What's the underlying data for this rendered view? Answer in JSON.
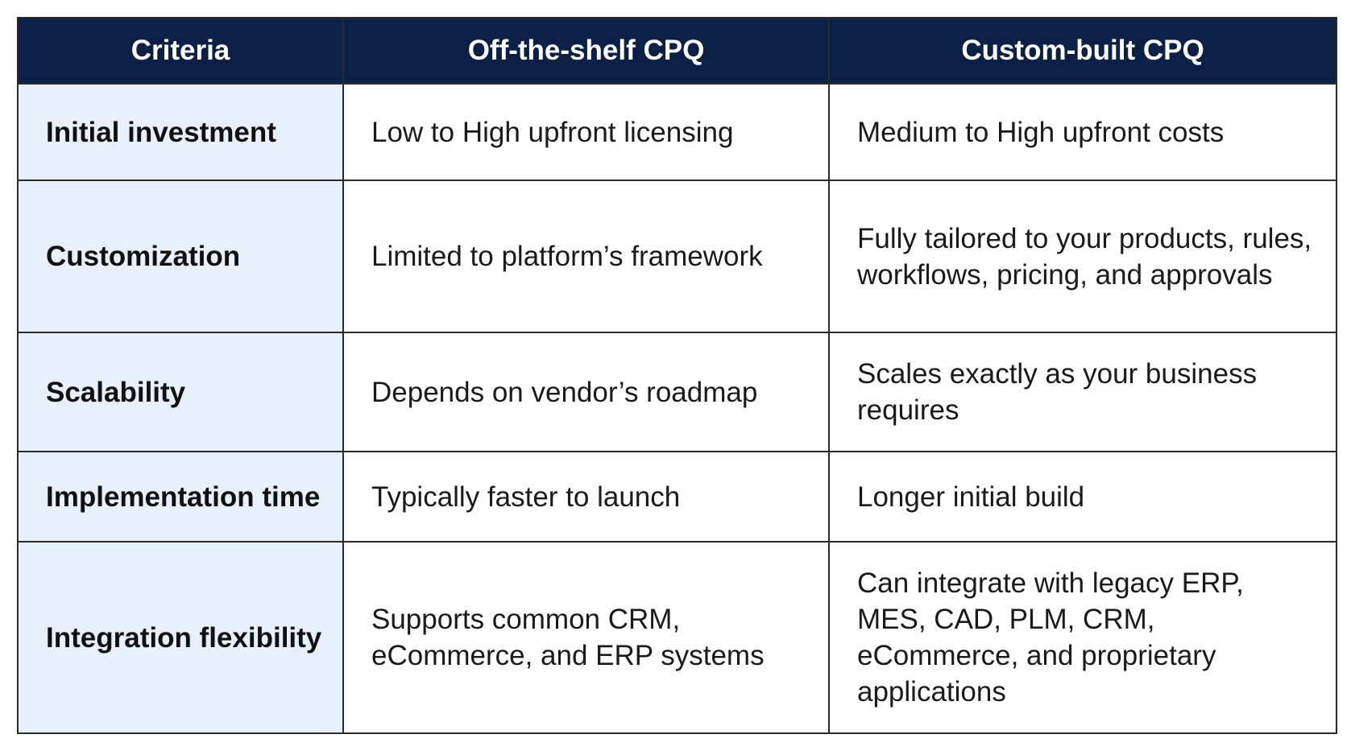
{
  "table": {
    "headers": [
      "Criteria",
      "Off-the-shelf CPQ",
      "Custom-built CPQ"
    ],
    "rows": [
      {
        "criteria": "Initial investment",
        "off_the_shelf": "Low to High upfront licensing",
        "custom_built": "Medium to High upfront costs"
      },
      {
        "criteria": "Customization",
        "off_the_shelf": "Limited to platform’s framework",
        "custom_built": "Fully tailored to your products, rules, workflows, pricing, and approvals"
      },
      {
        "criteria": "Scalability",
        "off_the_shelf": "Depends on vendor’s roadmap",
        "custom_built": "Scales exactly as your business requires"
      },
      {
        "criteria": "Implementation time",
        "off_the_shelf": "Typically faster to launch",
        "custom_built": "Longer initial build"
      },
      {
        "criteria": "Integration flexibility",
        "off_the_shelf": "Supports common CRM, eCommerce, and ERP systems",
        "custom_built": "Can integrate with legacy ERP, MES, CAD, PLM, CRM, eCommerce, and proprietary applications"
      }
    ]
  },
  "colors": {
    "header_background": "#0c1f45",
    "header_text": "#ffffff",
    "criteria_background": "#e8f0fb",
    "border": "#2b2b2b"
  }
}
